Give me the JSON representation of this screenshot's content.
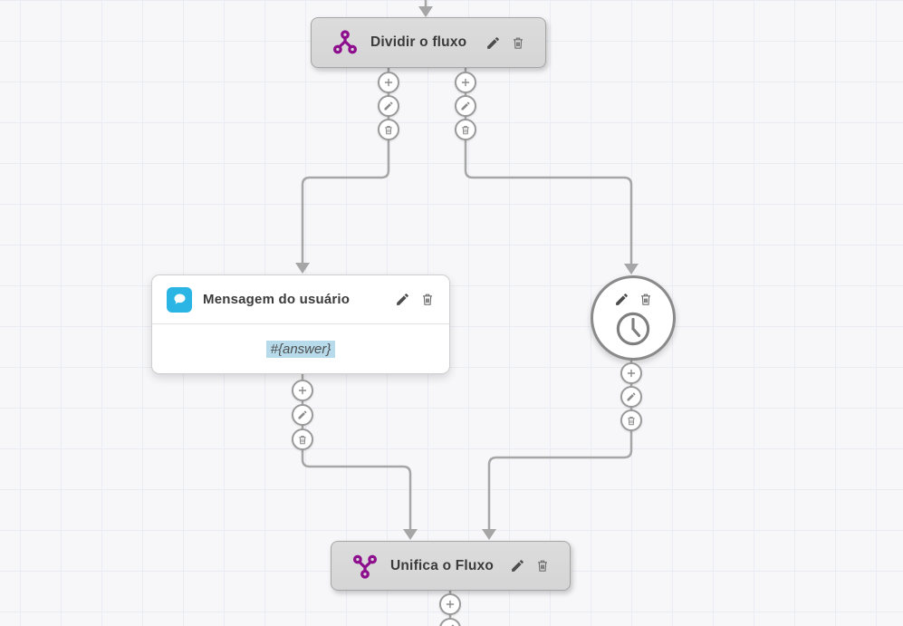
{
  "colors": {
    "canvas_bg": "#f7f7f9",
    "grid_line": "#e9ecf2",
    "wire": "#a6a6a6",
    "node_fill": "#d9d9d9",
    "node_border": "#a5a5a5",
    "card_border": "#cfcfcf",
    "title_text": "#3b3b3b",
    "purple": "#8e0f8e",
    "blue": "#2ab5e5",
    "highlight": "#b7dbeb",
    "port_border": "#9a9a9a",
    "port_icon": "#8b8b8b",
    "header_icon": "#555555"
  },
  "nodes": {
    "split": {
      "type": "action-block",
      "title": "Dividir o fluxo",
      "icon": "split-branch-icon",
      "actions": [
        "edit",
        "delete"
      ]
    },
    "user_message": {
      "type": "content-card",
      "title": "Mensagem do usuário",
      "icon": "chat-bubble-icon",
      "body": "#{answer}",
      "actions": [
        "edit",
        "delete"
      ]
    },
    "timer": {
      "type": "circle-node",
      "icon": "clock-icon",
      "actions": [
        "edit",
        "delete"
      ]
    },
    "merge": {
      "type": "action-block",
      "title": "Unifica o Fluxo",
      "icon": "merge-branch-icon",
      "actions": [
        "edit",
        "delete"
      ]
    }
  },
  "port_actions": [
    "add",
    "edit",
    "delete"
  ]
}
